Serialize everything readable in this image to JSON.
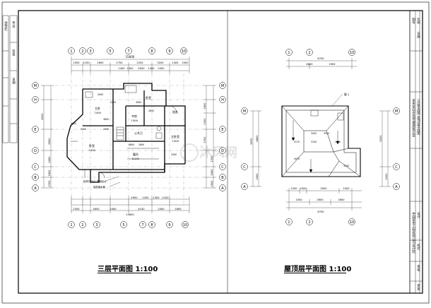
{
  "drawings": {
    "floor3": {
      "title": "三层平面图 1:100",
      "top_axes": [
        "1",
        "2",
        "3",
        "5",
        "7",
        "8",
        "9",
        "10"
      ],
      "bottom_axes": [
        "1",
        "2",
        "3",
        "5",
        "7",
        "8",
        "9",
        "10"
      ],
      "left_axes": [
        "A",
        "B",
        "C",
        "D",
        "E",
        "H",
        "M"
      ],
      "right_axes": [
        "A",
        "B",
        "C",
        "D",
        "E",
        "H",
        "M"
      ],
      "top_total_dim": "15600",
      "top_dims": [
        "1500",
        "1100",
        "2600",
        "2700",
        "2200",
        "3200",
        "1400",
        "2500"
      ],
      "top_dims2": [
        "1400",
        "1300",
        "4500",
        "1300",
        "2500"
      ],
      "bottom_total_dim": "15600",
      "bottom_dims": [
        "1500",
        "2650",
        "2400",
        "4150",
        "2000",
        "1800"
      ],
      "bottom_dims2": [
        "4900",
        "1200",
        "1300",
        "2100"
      ],
      "left_dims": [
        "4000",
        "5500",
        "2400",
        "1500",
        "1700"
      ],
      "right_dims": [
        "2600",
        "1300",
        "1700",
        "1200",
        "2400",
        "1500"
      ],
      "rooms": [
        "主卧",
        "卧室",
        "主卧室",
        "书房",
        "卧室",
        "阳台",
        "露台",
        "公共卫"
      ],
      "elevations": [
        "7.800",
        "7.800",
        "8.200",
        "7.800",
        "7.800"
      ],
      "callouts": [
        "检修口 PVC 屋面出水",
        "成品落水管"
      ],
      "misc_dims": [
        "2900",
        "3900",
        "4800",
        "5400",
        "2900",
        "3800",
        "1800",
        "2270",
        "4800",
        "2850",
        "3300"
      ]
    },
    "roof": {
      "title": "屋顶层平面图 1:100",
      "top_axes": [
        "1",
        "2",
        "10"
      ],
      "bottom_axes": [
        "1",
        "2",
        "10"
      ],
      "left_axes": [
        "A",
        "C",
        "M"
      ],
      "right_axes": [
        "A",
        "C",
        "M"
      ],
      "top_total_dim": "6700",
      "top_dims": [
        "4800",
        "1900"
      ],
      "bottom_total_dim": "6700",
      "bottom_dims": [
        "1500",
        "2600",
        "2600"
      ],
      "bottom_dims2": [
        "1500",
        "1000",
        "3000",
        "1500"
      ],
      "left_dims": [
        "5970",
        "4800",
        "1500"
      ],
      "right_dims": [
        "6200",
        "1000"
      ],
      "inner_dims": [
        "3170",
        "3150",
        "3550",
        "2850",
        "3450",
        "4970",
        "3300"
      ],
      "note": "屋-1"
    }
  },
  "title_block": {
    "company": "中国某市工程有限公司设计院",
    "project": "某市某综合住宅楼建筑方案",
    "drawing_name": "三层平面图 屋顶层平面图",
    "labels": [
      "设计",
      "校对",
      "审核",
      "审定",
      "图号",
      "比例",
      "日期"
    ],
    "left_strip": [
      "会签栏",
      "专业",
      "签名",
      "日期"
    ]
  },
  "watermark": "沐风网"
}
